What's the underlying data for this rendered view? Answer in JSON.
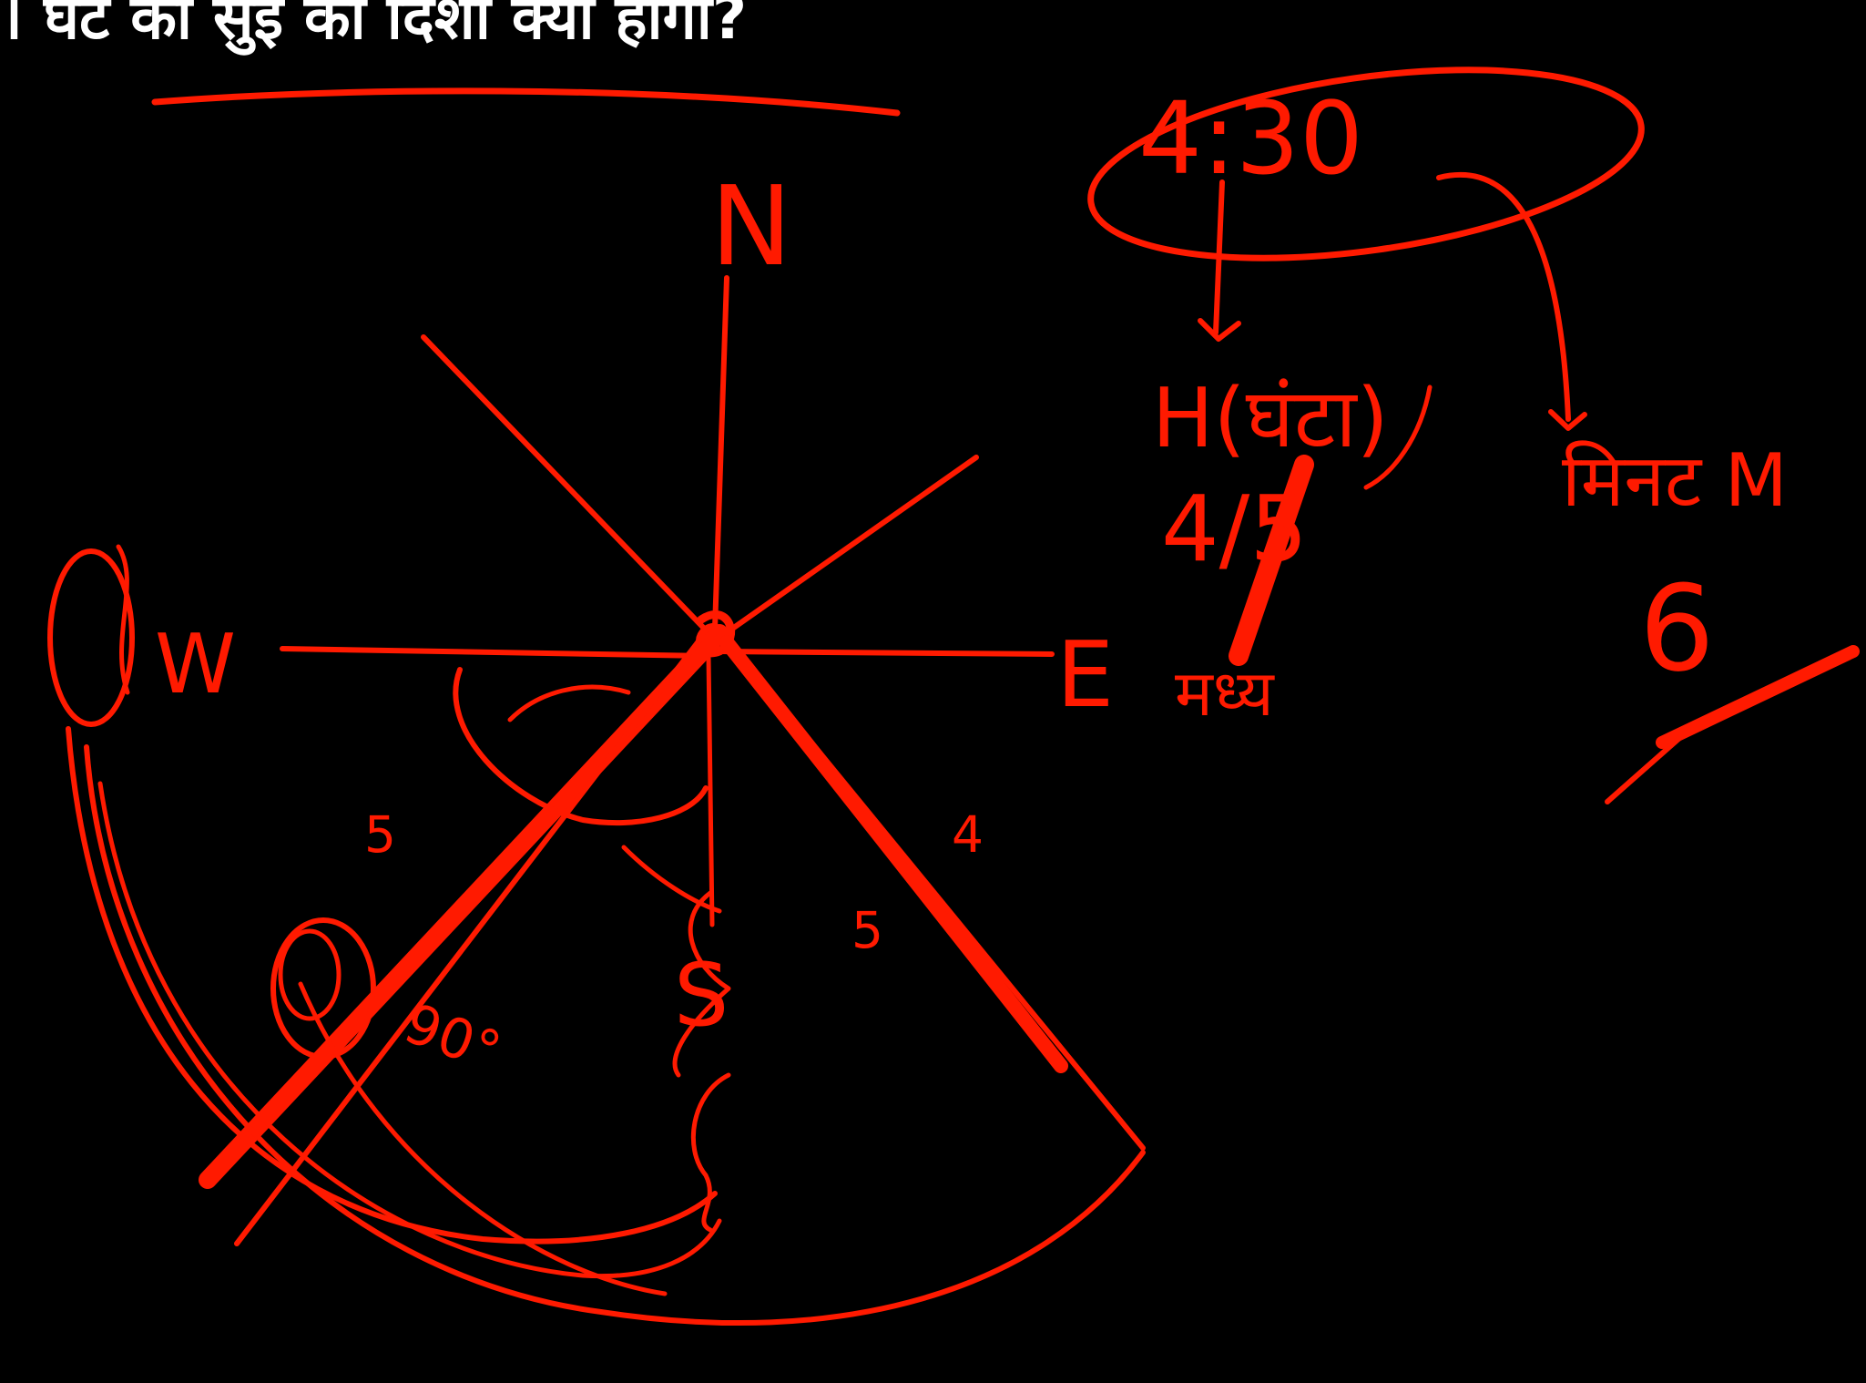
{
  "question": "। घंटे की सुई की दिशा क्या होगी?",
  "ink_color": "#ff1a00",
  "text_color": "#ffffff",
  "background": "#000000",
  "compass": {
    "north": "N",
    "east": "E",
    "west": "W"
  },
  "time": "4:30",
  "hour_hand": {
    "label": "H(घंटा)",
    "between": "4/5",
    "note": "मध्य"
  },
  "minute_hand": {
    "label": "मिनट M",
    "value": "6"
  },
  "sketch_marks": {
    "degrees": "90°",
    "marks": [
      "5",
      "4",
      "5"
    ],
    "point": "S"
  }
}
